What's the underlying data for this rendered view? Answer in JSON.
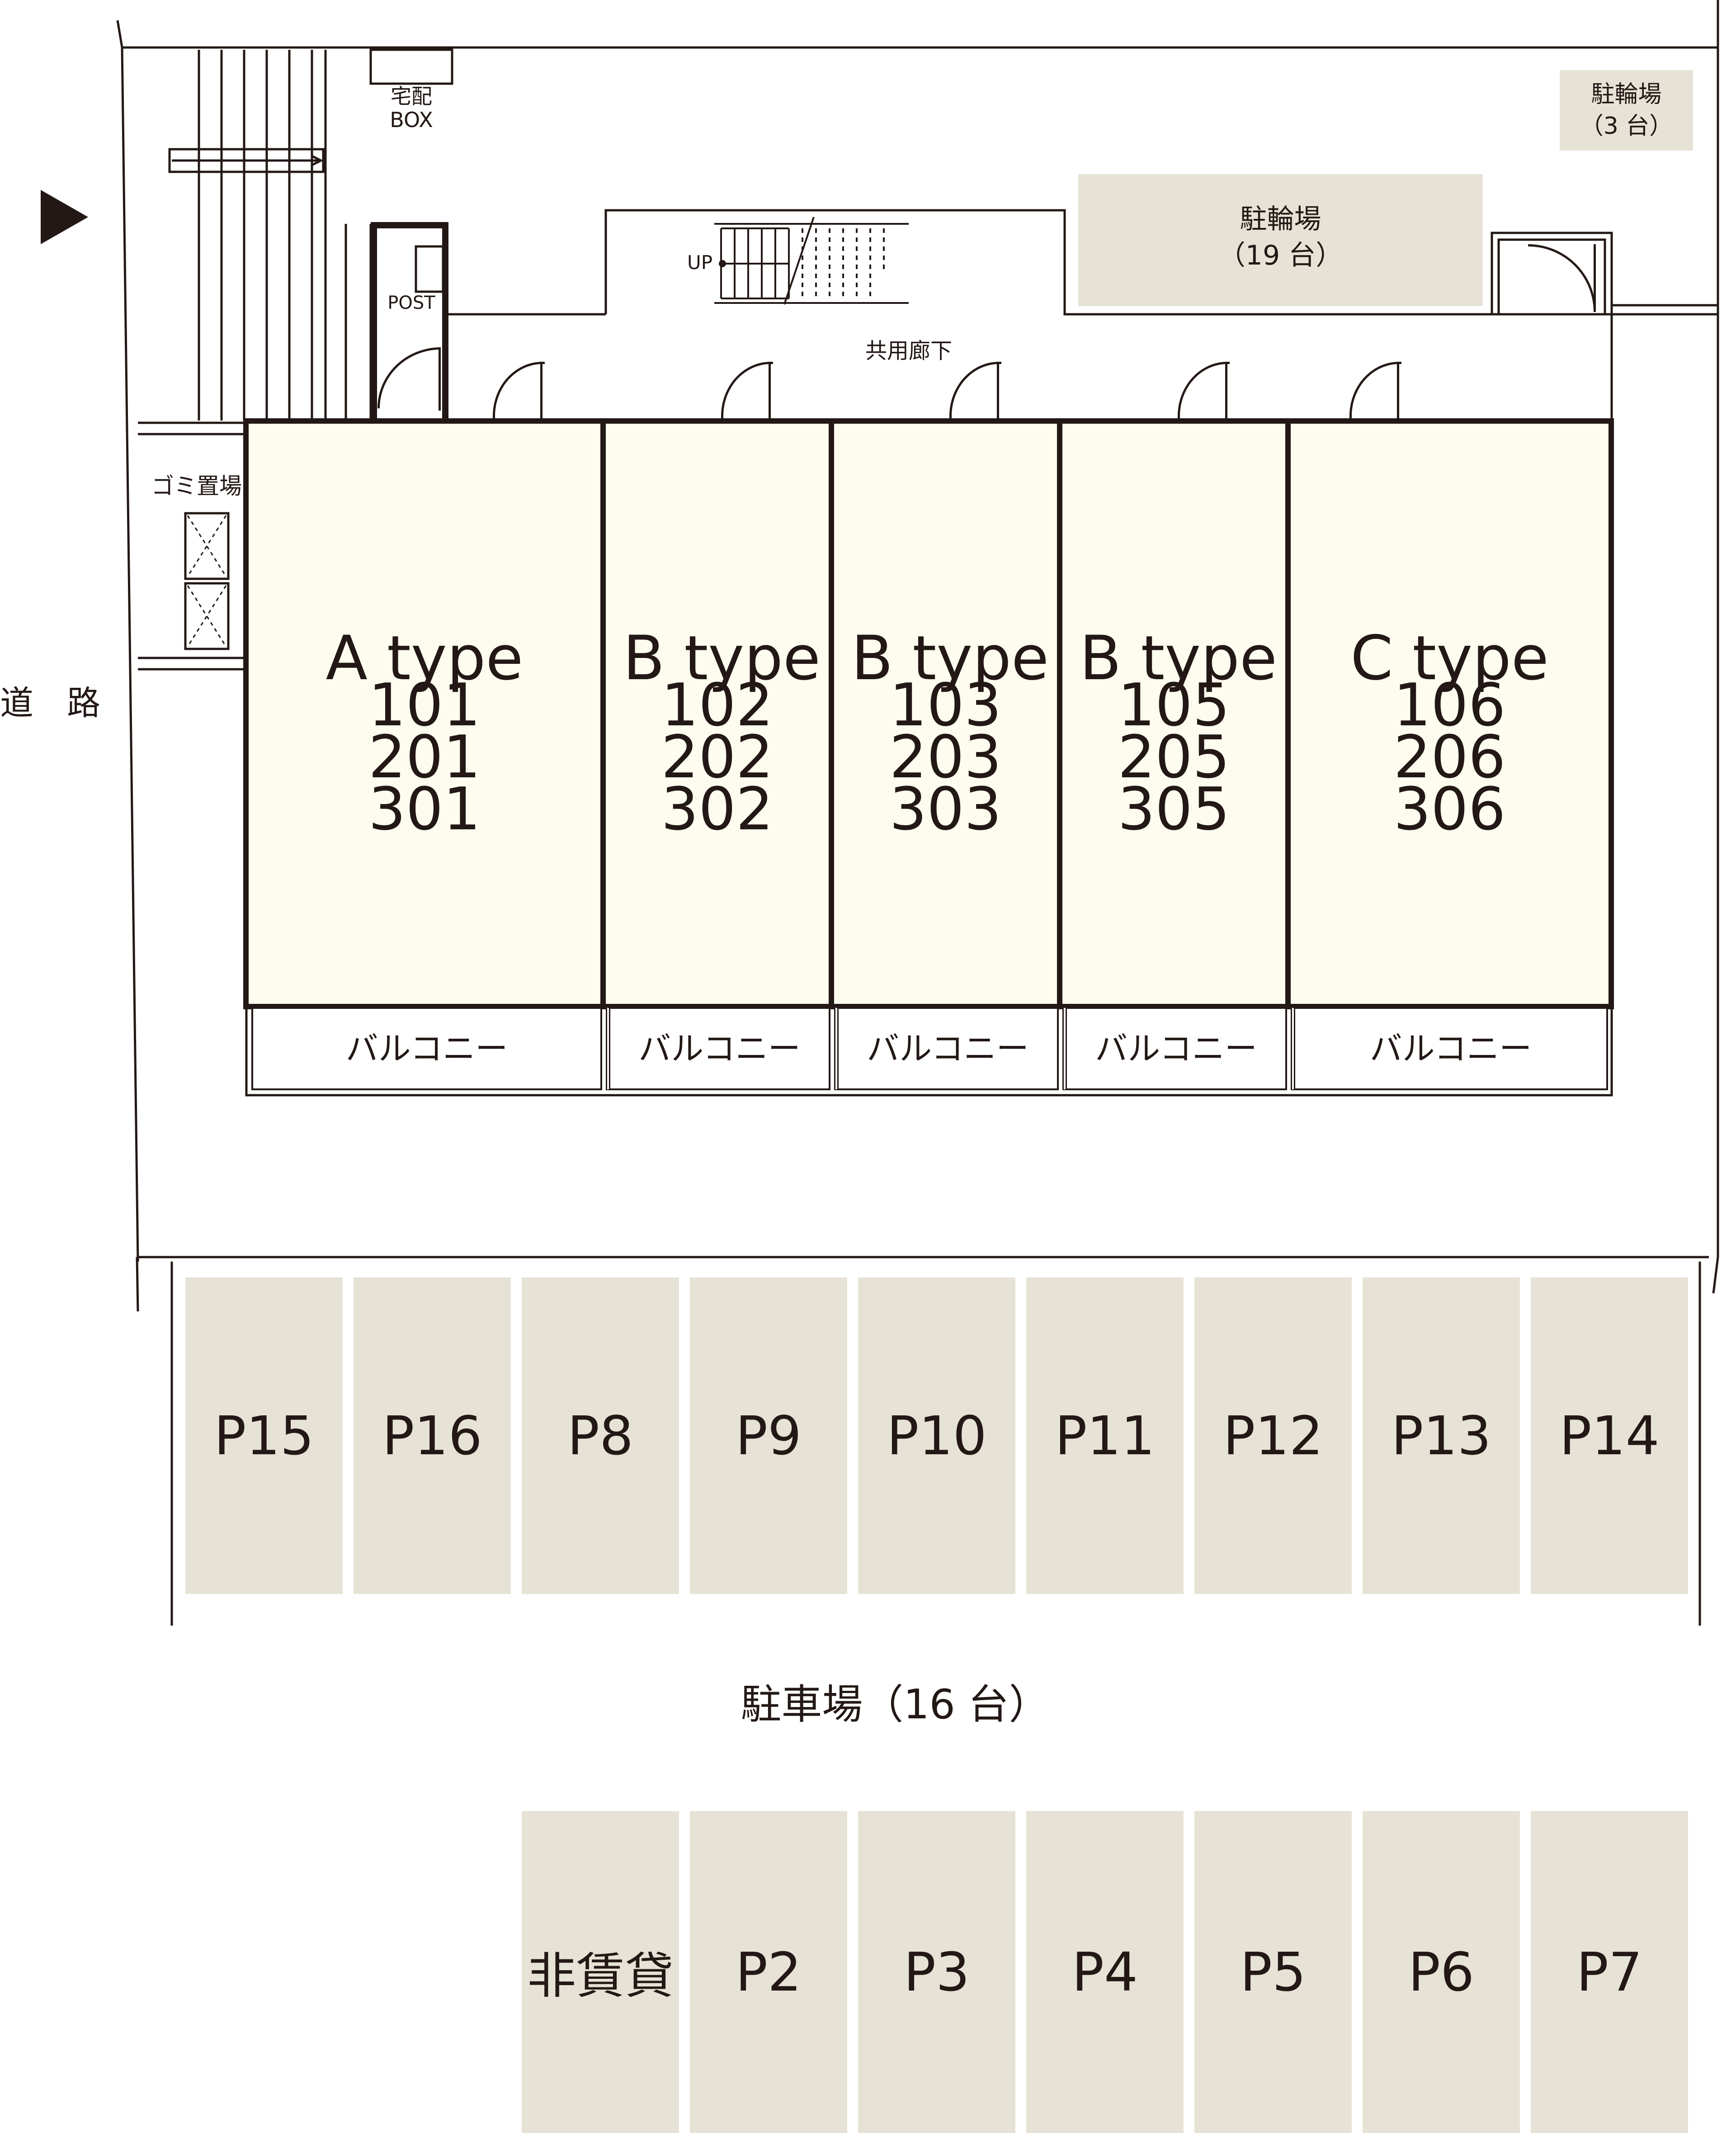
{
  "entrance_arrow_icon": "triangle-right",
  "road_label": "道　路",
  "delivery_box_label": "宅配\nBOX",
  "delivery_box_line1": "宅配",
  "delivery_box_line2": "BOX",
  "post_label": "POST",
  "garbage_label": "ゴミ置場",
  "stairs_up_label": "UP",
  "corridor_label": "共用廊下",
  "bike_parking_large": {
    "line1": "駐輪場",
    "line2": "（19 台）"
  },
  "bike_parking_small": {
    "line1": "駐輪場",
    "line2": "（3 台）"
  },
  "units": [
    {
      "type": "A type",
      "rooms": [
        "101",
        "201",
        "301"
      ]
    },
    {
      "type": "B type",
      "rooms": [
        "102",
        "202",
        "302"
      ]
    },
    {
      "type": "B type",
      "rooms": [
        "103",
        "203",
        "303"
      ]
    },
    {
      "type": "B type",
      "rooms": [
        "105",
        "205",
        "305"
      ]
    },
    {
      "type": "C type",
      "rooms": [
        "106",
        "206",
        "306"
      ]
    }
  ],
  "balconies": [
    "バルコニー",
    "バルコニー",
    "バルコニー",
    "バルコニー",
    "バルコニー"
  ],
  "parking_row_top": [
    "P15",
    "P16",
    "P8",
    "P9",
    "P10",
    "P11",
    "P12",
    "P13",
    "P14"
  ],
  "parking_title": "駐車場（16 台）",
  "parking_row_bottom": [
    "非賃貸",
    "P2",
    "P3",
    "P4",
    "P5",
    "P6",
    "P7"
  ],
  "colors": {
    "line": "#231815",
    "unit_fill": "#fdfcee",
    "tan_fill": "#e6e3d6"
  }
}
